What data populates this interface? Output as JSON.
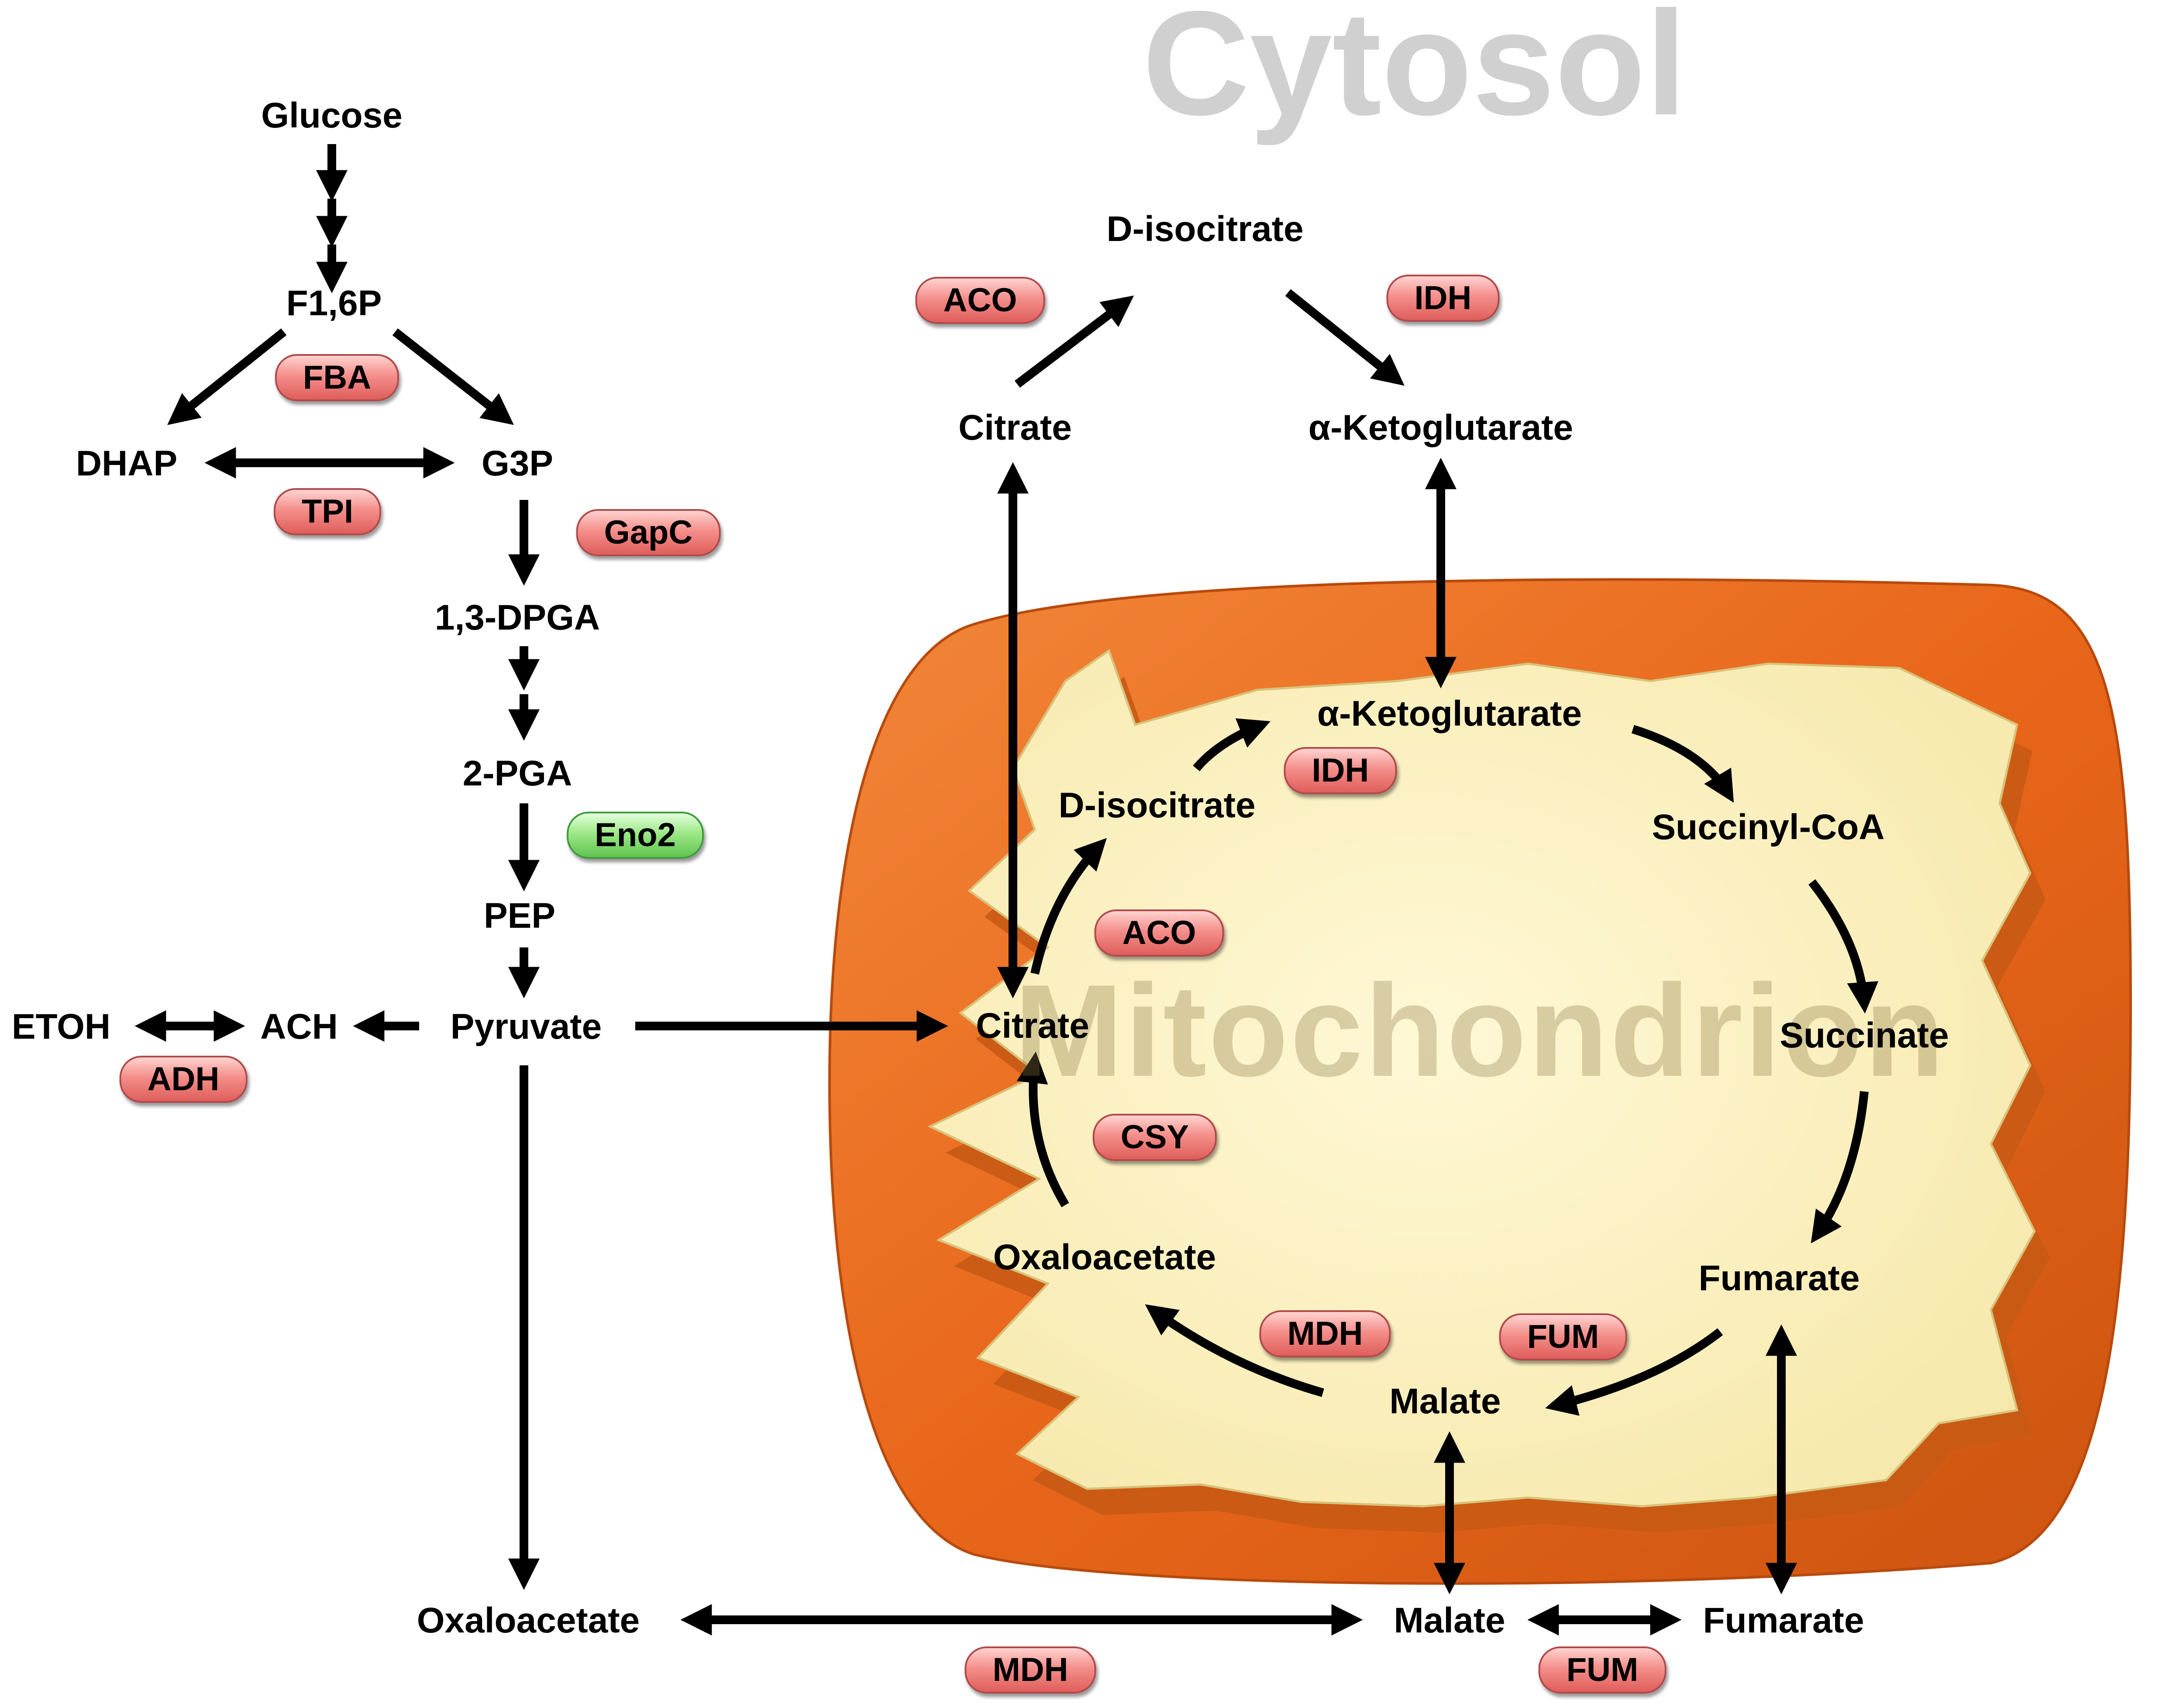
{
  "compartments": {
    "cytosol": "Cytosol",
    "mitochondrion": "Mitochondrion"
  },
  "metabolites": {
    "glucose": "Glucose",
    "f16p": "F1,6P",
    "dhap": "DHAP",
    "g3p": "G3P",
    "dpga": "1,3-DPGA",
    "pga2": "2-PGA",
    "pep": "PEP",
    "pyruvate": "Pyruvate",
    "ach": "ACH",
    "etoh": "ETOH",
    "cyt_oxaloacetate": "Oxaloacetate",
    "cyt_malate": "Malate",
    "cyt_fumarate": "Fumarate",
    "cyt_citrate": "Citrate",
    "cyt_isocitrate": "D-isocitrate",
    "cyt_ketoglutarate": "α-Ketoglutarate",
    "mit_ketoglutarate": "α-Ketoglutarate",
    "mit_succinylcoa": "Succinyl-CoA",
    "mit_isocitrate": "D-isocitrate",
    "mit_citrate": "Citrate",
    "mit_succinate": "Succinate",
    "mit_oxaloacetate": "Oxaloacetate",
    "mit_fumarate": "Fumarate",
    "mit_malate": "Malate"
  },
  "enzymes": {
    "fba": "FBA",
    "tpi": "TPI",
    "gapc": "GapC",
    "eno2": "Eno2",
    "adh": "ADH",
    "cyt_aco": "ACO",
    "cyt_idh": "IDH",
    "mit_idh": "IDH",
    "mit_aco": "ACO",
    "mit_csy": "CSY",
    "mit_mdh": "MDH",
    "mit_fum": "FUM",
    "cyt_mdh": "MDH",
    "cyt_fum": "FUM"
  },
  "colors": {
    "enzyme_default": "#f28b87",
    "enzyme_highlight": "#8fe27a",
    "membrane_outer": "#e86a1a",
    "matrix": "#fbf1bf",
    "arrow": "#000000"
  }
}
